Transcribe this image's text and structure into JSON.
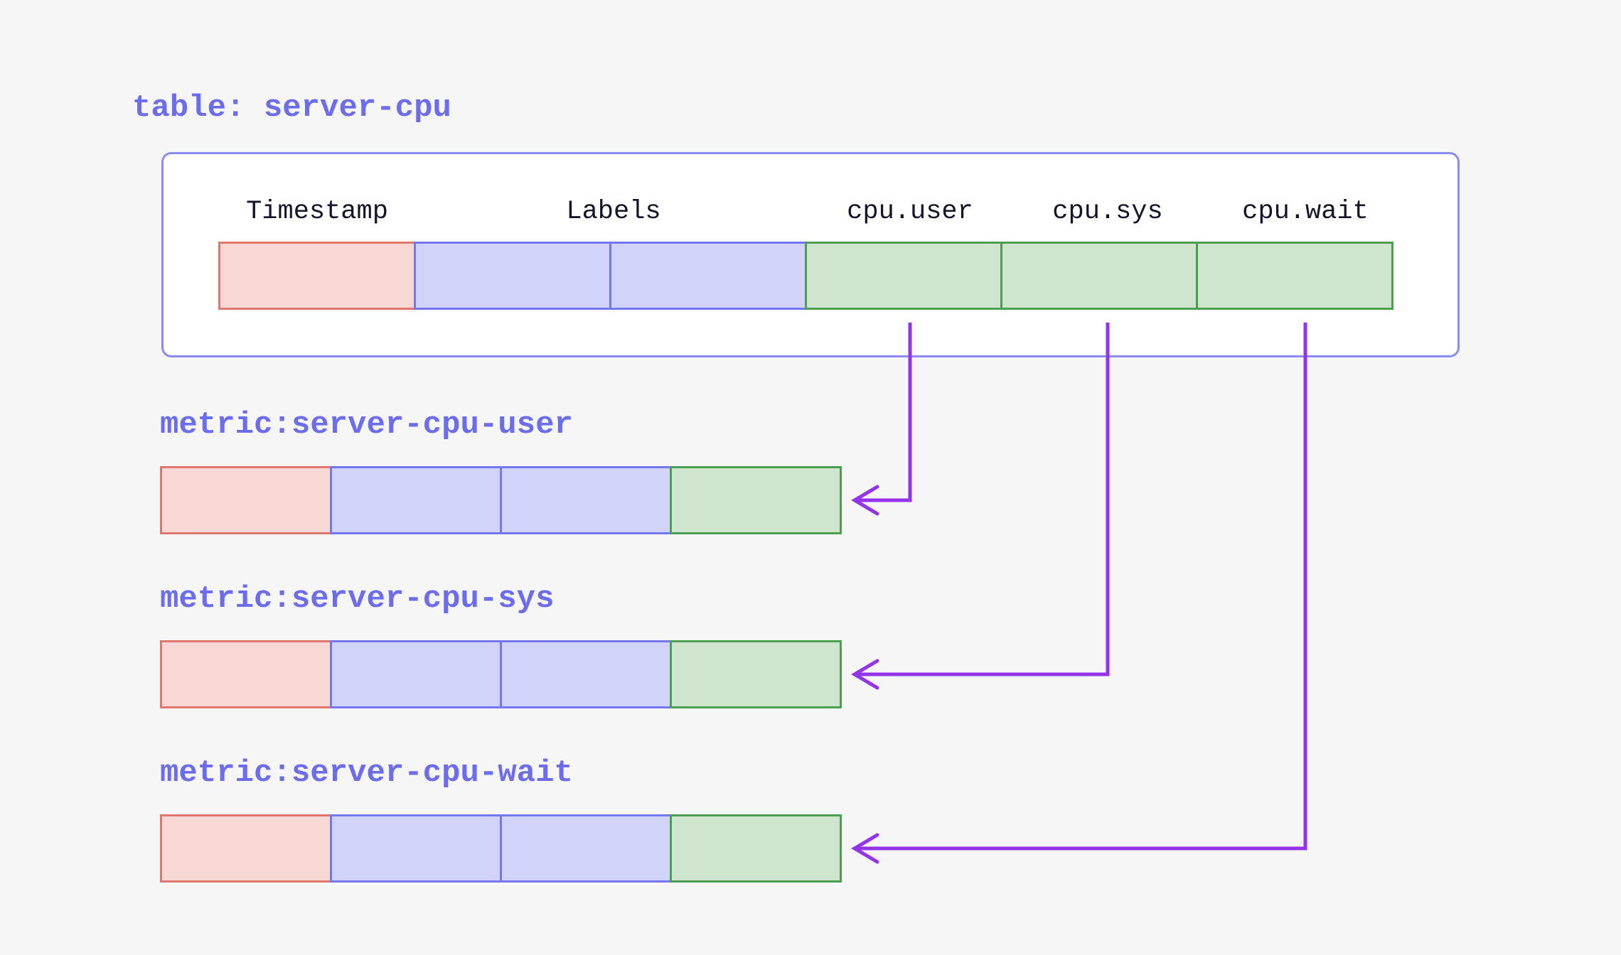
{
  "title": {
    "text": "table: server-cpu"
  },
  "table": {
    "columns": [
      {
        "header": "Timestamp",
        "kind": "timestamp"
      },
      {
        "header": "Labels",
        "kind": "labels"
      },
      {
        "header": "cpu.user",
        "kind": "value"
      },
      {
        "header": "cpu.sys",
        "kind": "value"
      },
      {
        "header": "cpu.wait",
        "kind": "value"
      }
    ],
    "row_cells": [
      "timestamp",
      "label",
      "label",
      "value",
      "value",
      "value"
    ]
  },
  "metrics": [
    {
      "label": "metric:server-cpu-user",
      "from_column": "cpu.user",
      "cells": [
        "timestamp",
        "label",
        "label",
        "value"
      ]
    },
    {
      "label": "metric:server-cpu-sys",
      "from_column": "cpu.sys",
      "cells": [
        "timestamp",
        "label",
        "label",
        "value"
      ]
    },
    {
      "label": "metric:server-cpu-wait",
      "from_column": "cpu.wait",
      "cells": [
        "timestamp",
        "label",
        "label",
        "value"
      ]
    }
  ],
  "colors": {
    "background": "#f7f6f7",
    "accent_text": "#6b6cee",
    "header_text": "#14142b",
    "arrow": "#9333ea",
    "table_box_border": "#8b8cf1",
    "table_box_fill": "#ffffff",
    "timestamp_fill": "#f8d8d5",
    "timestamp_border": "#e0776f",
    "label_fill": "#d2d3f9",
    "label_border": "#7577ee",
    "value_fill": "#cfe5cd",
    "value_border": "#4c9e52"
  }
}
